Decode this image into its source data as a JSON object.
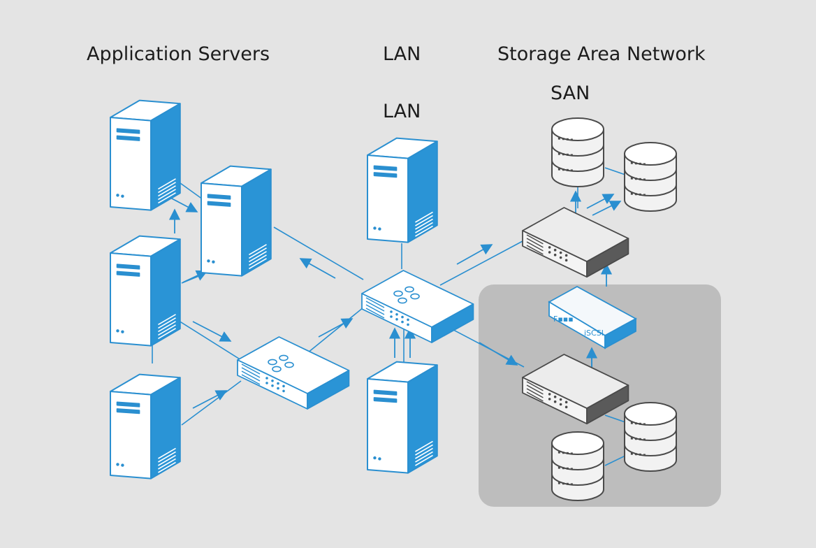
{
  "headers": {
    "app_servers": "Application Servers",
    "lan": "LAN",
    "storage_area_network": "Storage Area Network",
    "lan_sub": "LAN",
    "san_sub": "SAN"
  },
  "devices": {
    "iscsi_label": "iSCSI"
  },
  "colors": {
    "background": "#e4e4e4",
    "server_blue": "#2a94d6",
    "server_side": "#ffffff",
    "line_blue": "#2a8fd0",
    "switch_gray": "#5a5a5a",
    "san_zone": "#bdbdbd",
    "disk_gray": "#6f6f6f"
  }
}
